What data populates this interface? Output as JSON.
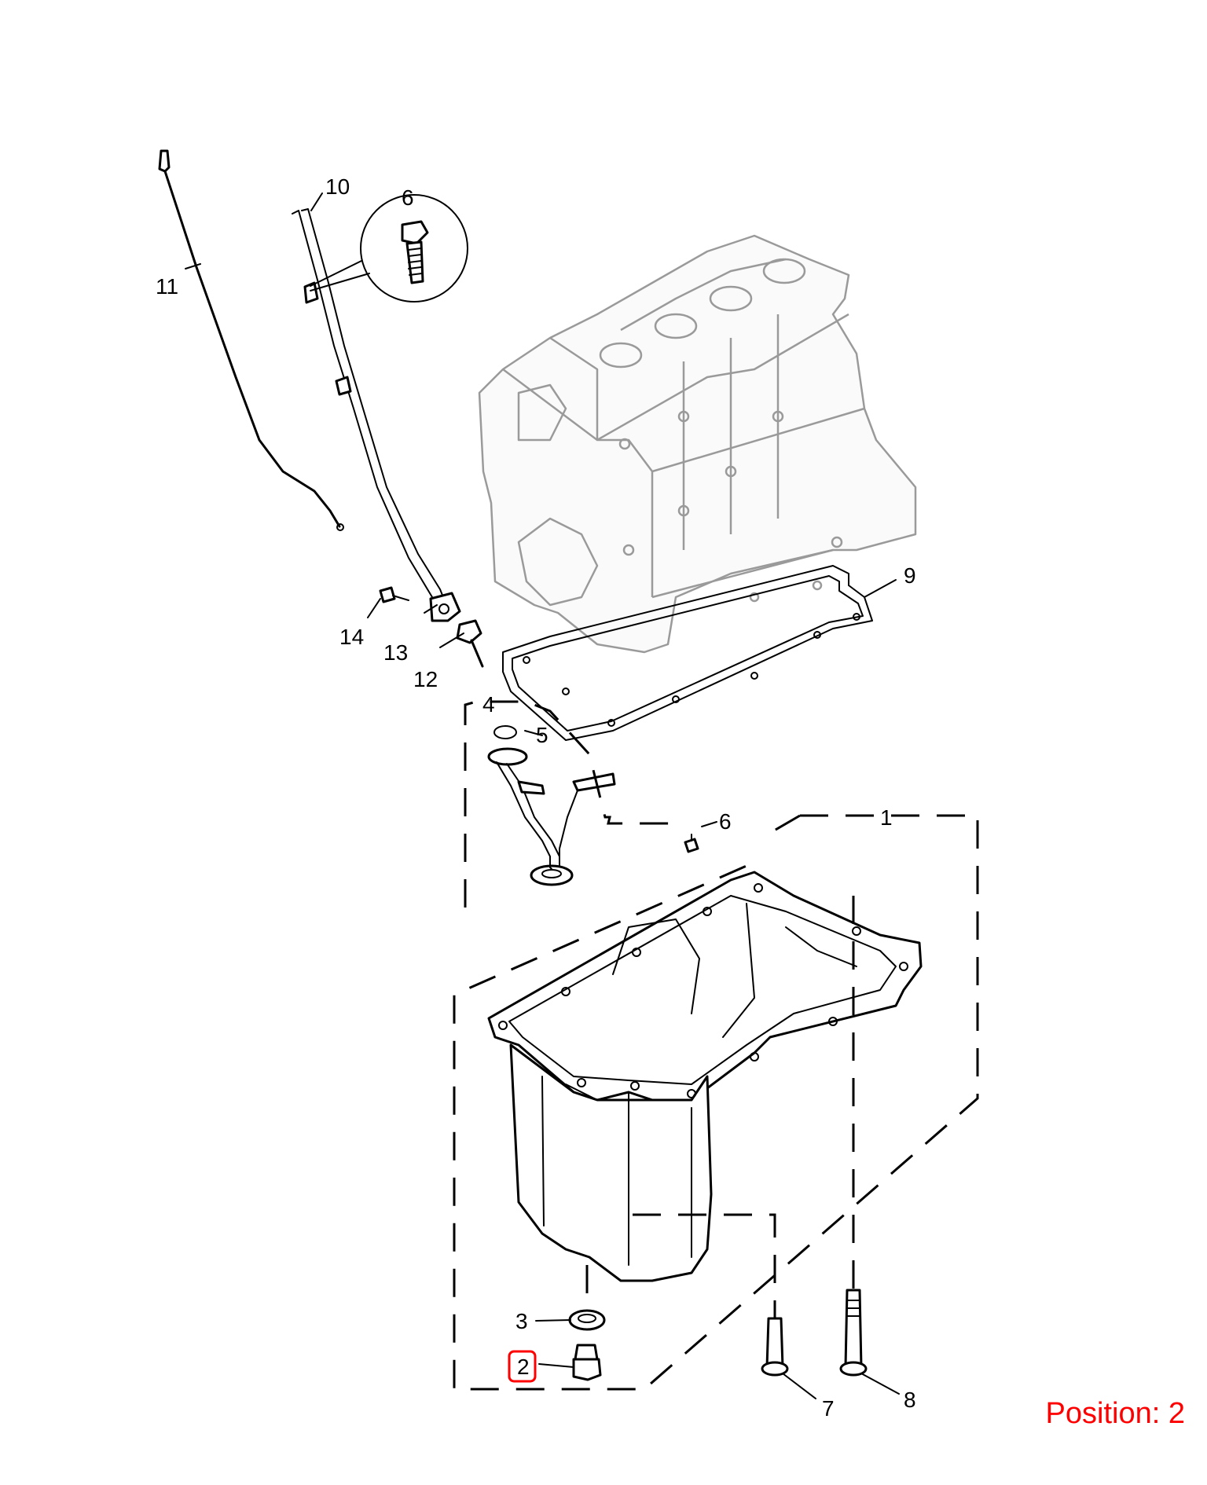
{
  "diagram": {
    "highlight_color": "#ff0000",
    "callouts": {
      "c1": "1",
      "c2": "2",
      "c3": "3",
      "c4": "4",
      "c5": "5",
      "c6_detail": "6",
      "c6_pickup": "6",
      "c7": "7",
      "c8": "8",
      "c9": "9",
      "c10": "10",
      "c11": "11",
      "c12": "12",
      "c13": "13",
      "c14": "14"
    },
    "selected_callout": "2"
  },
  "status": {
    "position_text": "Position: 2"
  }
}
